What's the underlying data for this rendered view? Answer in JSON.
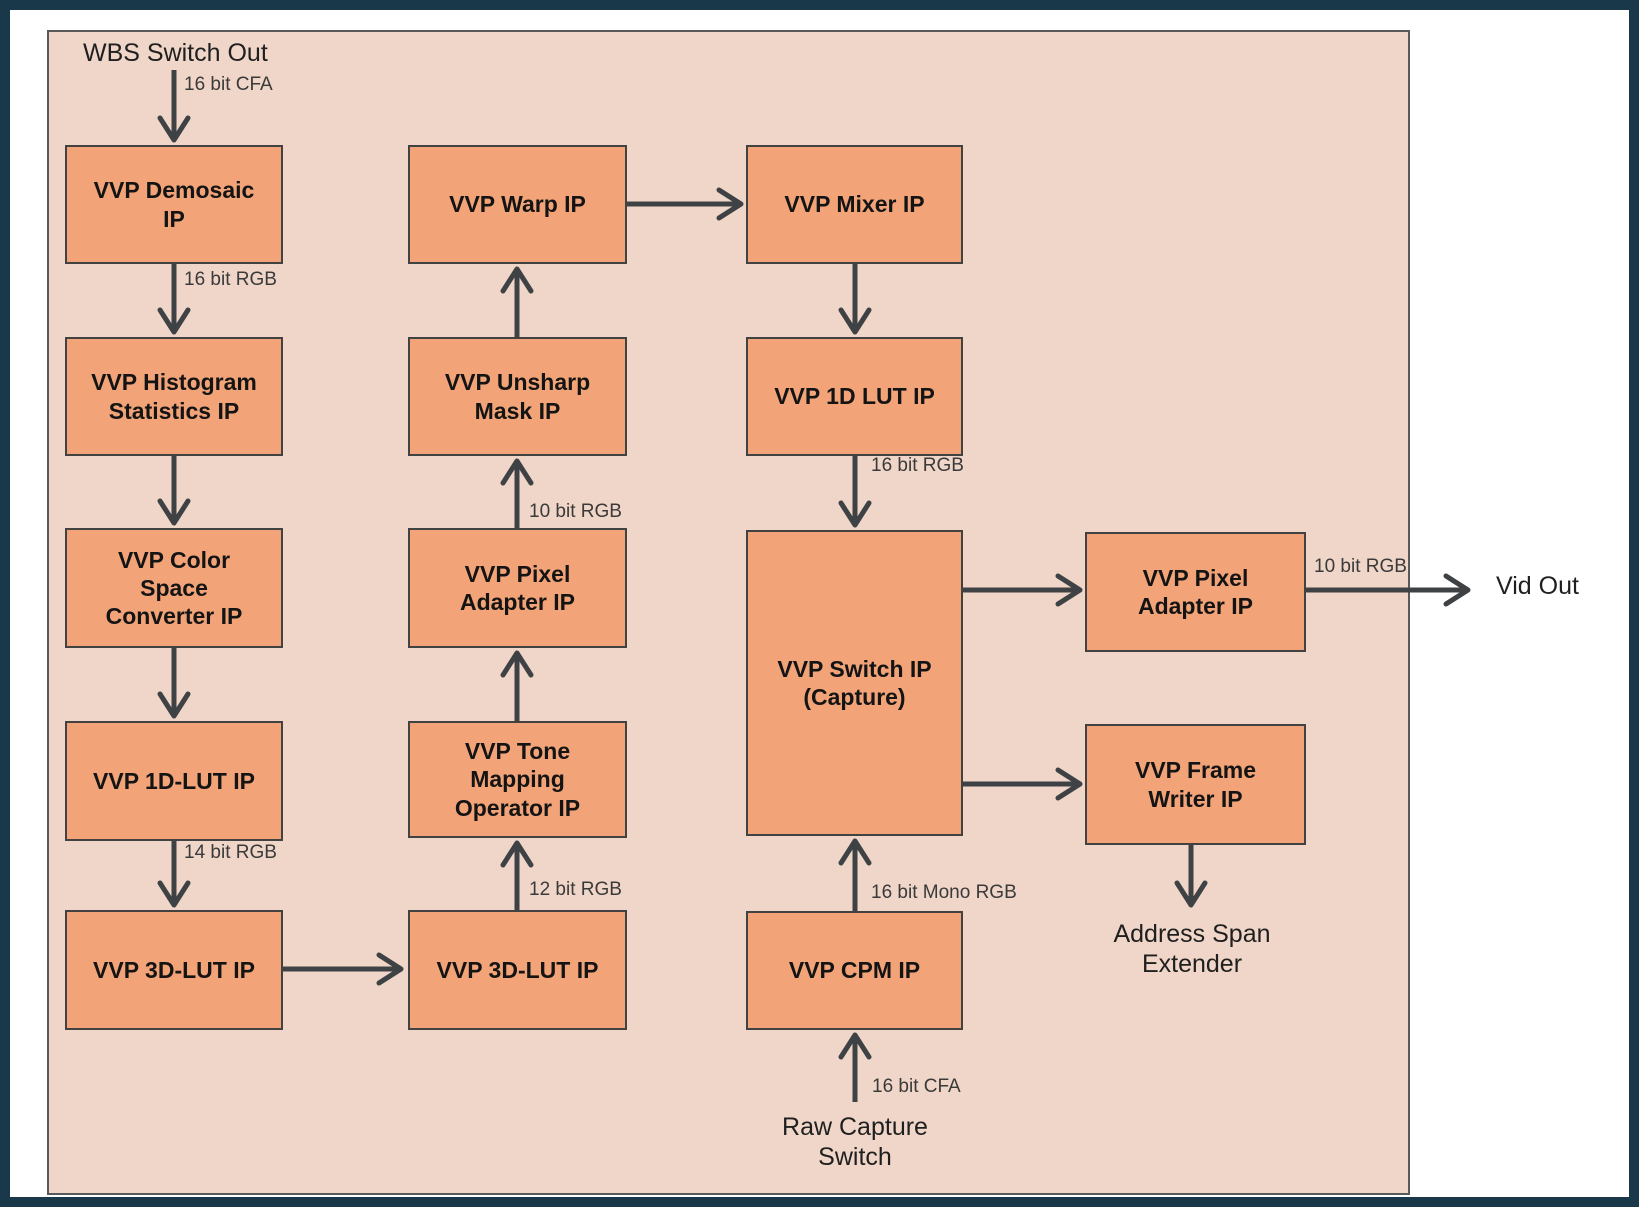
{
  "colors": {
    "box_fill": "#F2A478",
    "box_border": "#424242",
    "panel_fill": "#EFD6C8",
    "panel_border": "#58595B",
    "frame": "#19384A",
    "arrow": "#3F4245"
  },
  "blocks": {
    "demosaic": "VVP Demosaic\nIP",
    "histogram": "VVP Histogram\nStatistics IP",
    "colorspace": "VVP Color\nSpace\nConverter IP",
    "lut1d": "VVP 1D-LUT IP",
    "lut3d_a": "VVP 3D-LUT IP",
    "warp": "VVP Warp IP",
    "unsharp": "VVP Unsharp\nMask IP",
    "pixel_adapter_mid": "VVP Pixel\nAdapter IP",
    "tonemap": "VVP Tone\nMapping\nOperator IP",
    "lut3d_b": "VVP 3D-LUT IP",
    "mixer": "VVP Mixer IP",
    "lut1d_b": "VVP 1D LUT IP",
    "switch_capture": "VVP Switch IP\n(Capture)",
    "cpm": "VVP CPM IP",
    "pixel_adapter_out": "VVP Pixel\nAdapter IP",
    "frame_writer": "VVP Frame\nWriter IP"
  },
  "flow_labels": {
    "cfa_in": "16 bit CFA",
    "demosaic_out": "16 bit RGB",
    "lut1d_out": "14 bit RGB",
    "pixel_adapter_mid_out": "10 bit RGB",
    "lut3d_out": "12 bit RGB",
    "lut1d_b_out": "16 bit RGB",
    "cpm_out": "16 bit Mono RGB",
    "raw_capture_in": "16 bit CFA",
    "vid_out_bits": "10 bit RGB"
  },
  "external": {
    "wbs_switch_out": "WBS Switch Out",
    "vid_out": "Vid Out",
    "address_span_extender": "Address Span\nExtender",
    "raw_capture_switch": "Raw Capture\nSwitch"
  }
}
